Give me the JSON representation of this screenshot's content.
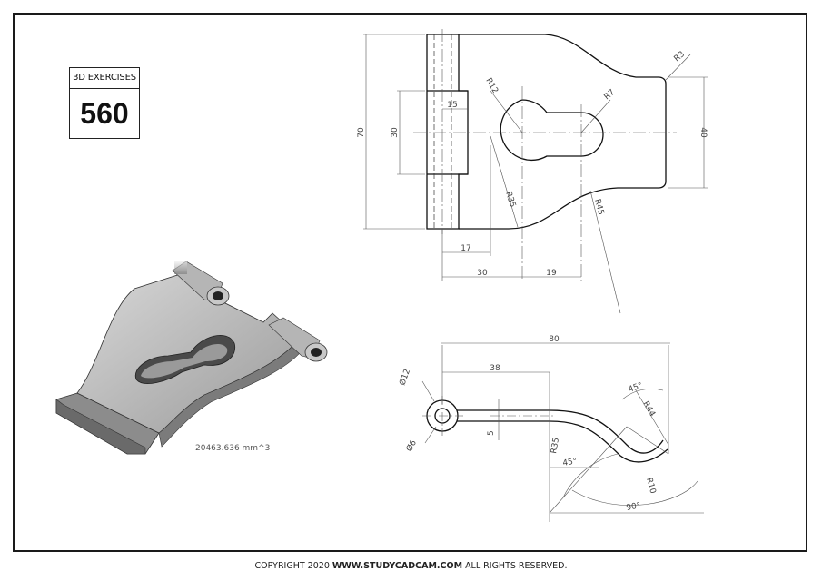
{
  "badge": {
    "label": "3D EXERCISES",
    "number": "560"
  },
  "isometric": {
    "volume_label": "20463.636 mm^3"
  },
  "top_view_dims": {
    "overall_height": "70",
    "slot_height": "30",
    "slot_depth": "15",
    "right_height": "40",
    "r12": "R12",
    "r7": "R7",
    "r3": "R3",
    "r35": "R35",
    "r45": "R45",
    "d17": "17",
    "d30": "30",
    "d19": "19"
  },
  "side_view_dims": {
    "overall_length": "80",
    "length_38": "38",
    "dia12": "Ø12",
    "dia6": "Ø6",
    "thickness": "5",
    "r35": "R35",
    "r44": "R44",
    "r10": "R10",
    "angle45_top": "45°",
    "angle45_bottom": "45°",
    "angle90": "90°"
  },
  "footer": {
    "copyright_prefix": "COPYRIGHT    2020",
    "site": "WWW.STUDYCADCAM.COM",
    "suffix": "ALL RIGHTS RESERVED."
  }
}
